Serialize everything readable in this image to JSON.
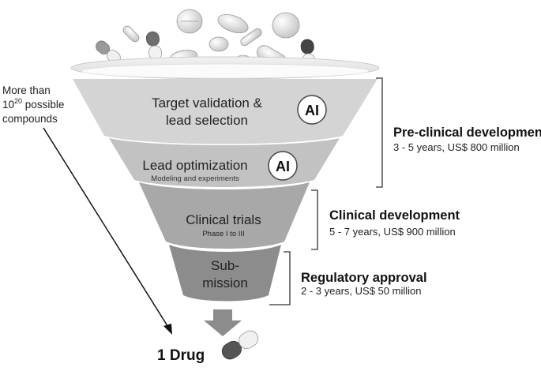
{
  "left_note": {
    "line1": "More than",
    "line2_base": "10",
    "line2_exp": "20",
    "line2_rest": " possible",
    "line3": "compounds"
  },
  "funnel": {
    "stages": [
      {
        "title_lines": [
          "Target validation &",
          "lead selection"
        ],
        "badge": "AI",
        "fill": "#d4d4d4"
      },
      {
        "title_lines": [
          "Lead optimization"
        ],
        "subtitle": "Modeling and experiments",
        "badge": "AI",
        "fill": "#c2c2c2"
      },
      {
        "title_lines": [
          "Clinical trials"
        ],
        "subtitle": "Phase I to III",
        "fill": "#a8a8a8"
      },
      {
        "title_lines": [
          "Sub-",
          "mission"
        ],
        "fill": "#8c8c8c"
      }
    ]
  },
  "phases": [
    {
      "title": "Pre-clinical development",
      "detail": "3 - 5 years, US$ 800 million"
    },
    {
      "title": "Clinical development",
      "detail": "5 - 7 years, US$ 900 million"
    },
    {
      "title": "Regulatory approval",
      "detail": "2 - 3 years, US$ 50 million"
    }
  ],
  "result": {
    "label": "1 Drug"
  },
  "colors": {
    "text": "#1a1a1a",
    "bracket": "#333333",
    "arrow": "#8c8c8c",
    "pill_dark": "#555555",
    "pill_light": "#f0f0f0"
  },
  "icons": [
    "pill-icon",
    "capsule-icon",
    "tablet-icon",
    "down-arrow-icon"
  ]
}
